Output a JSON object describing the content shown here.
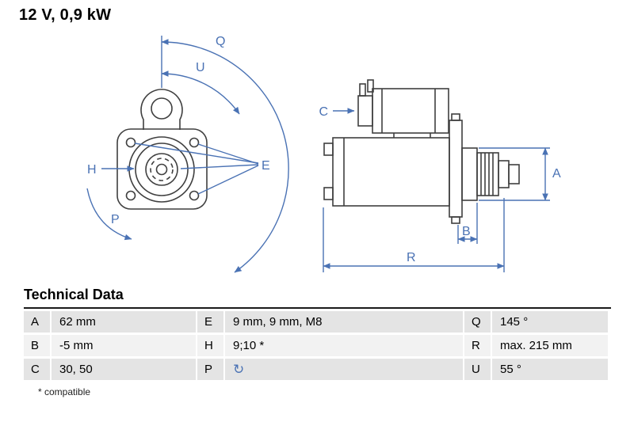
{
  "title": "12 V, 0,9 kW",
  "diagram": {
    "front_view": {
      "q": "Q",
      "u": "U",
      "e": "E",
      "h": "H",
      "p": "P"
    },
    "side_view": {
      "c": "C",
      "a": "A",
      "b": "B",
      "r": "R"
    }
  },
  "technical_data": {
    "heading": "Technical Data",
    "rows": [
      [
        {
          "key": "A",
          "value": "62 mm"
        },
        {
          "key": "E",
          "value": "9 mm, 9 mm, M8"
        },
        {
          "key": "Q",
          "value": "145 °"
        }
      ],
      [
        {
          "key": "B",
          "value": "-5 mm"
        },
        {
          "key": "H",
          "value": "9;10 *"
        },
        {
          "key": "R",
          "value": "max. 215 mm"
        }
      ],
      [
        {
          "key": "C",
          "value": "30, 50"
        },
        {
          "key": "P",
          "value": ""
        },
        {
          "key": "U",
          "value": "55 °"
        }
      ]
    ],
    "footnote": "* compatible"
  },
  "icons": {
    "rotation": "↻"
  },
  "colors": {
    "dimension_blue": "#4a72b4",
    "drawing_line": "#3f3f3f",
    "row_shade_dark": "#e4e4e4",
    "row_shade_light": "#f2f2f2"
  }
}
